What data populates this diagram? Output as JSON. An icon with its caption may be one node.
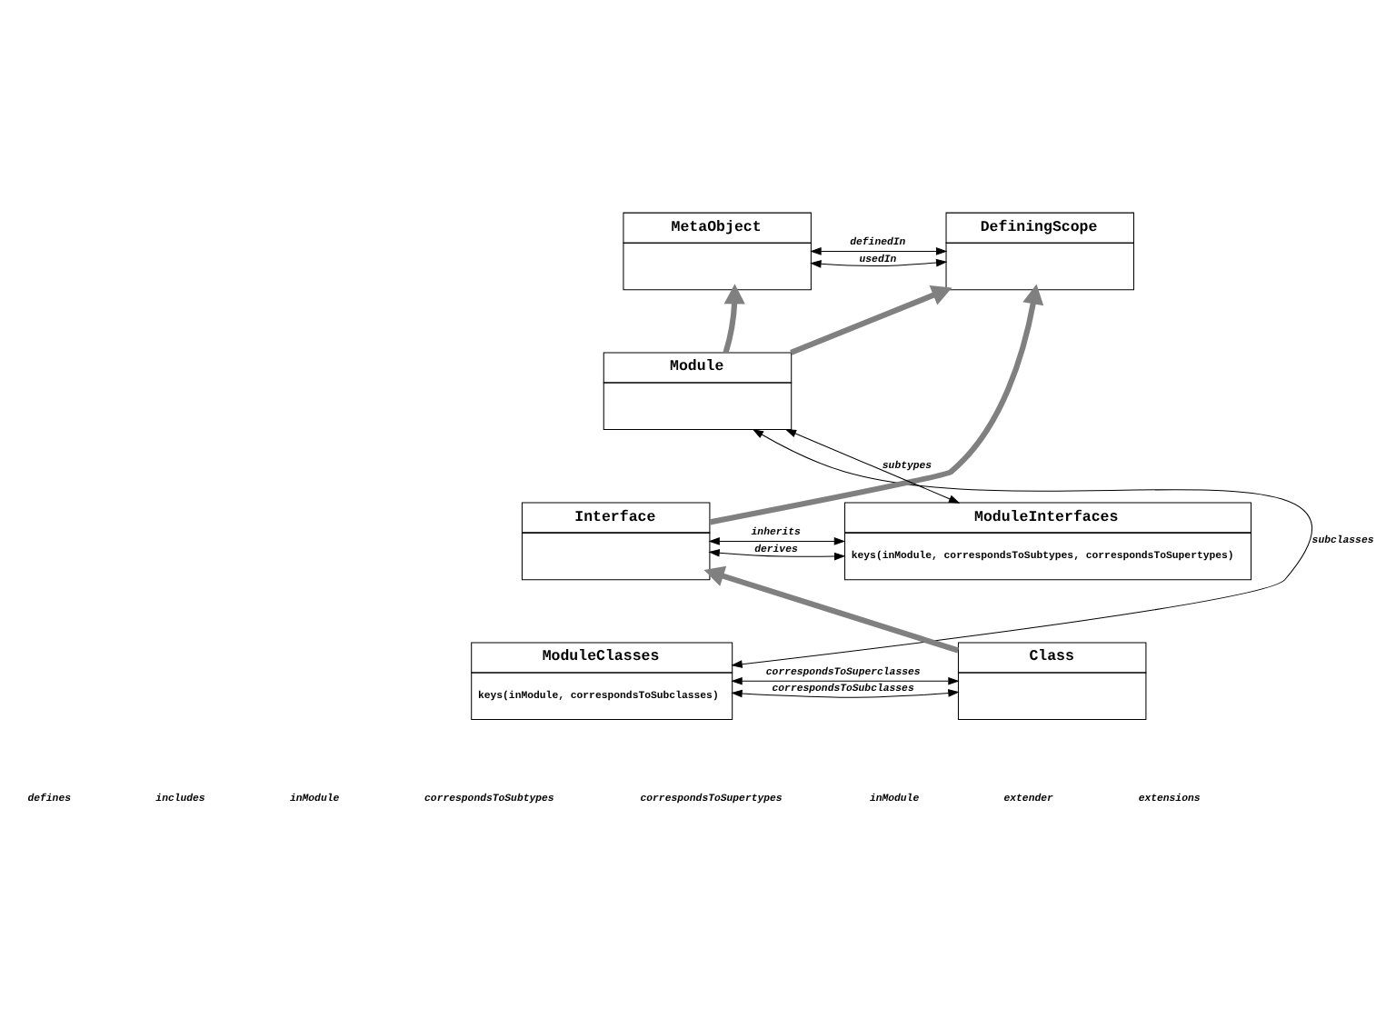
{
  "diagram": {
    "nodes": [
      {
        "text": [
          "MetaObject"
        ]
      },
      {
        "text": [
          "DefiningScope"
        ]
      },
      {
        "text": [
          "Module"
        ]
      },
      {
        "text": [
          "Interface"
        ]
      },
      {
        "text": [
          "ModuleInterfaces",
          "keys(inModule, correspondsToSubtypes, correspondsToSupertypes)"
        ]
      },
      {
        "text": [
          "ModuleClasses",
          "keys(inModule, correspondsToSubclasses)"
        ]
      },
      {
        "text": [
          "Class"
        ]
      }
    ],
    "edges": [
      {
        "from": 0,
        "to": 1,
        "arrow": "both",
        "label": "definedIn"
      },
      {
        "from": 0,
        "to": 1,
        "arrow": "both",
        "label": "usedIn"
      },
      {
        "from": 2,
        "to": 0,
        "arrow": "to",
        "style": "thick",
        "color": "#808080"
      },
      {
        "from": 2,
        "to": 1,
        "arrow": "to",
        "style": "thick",
        "color": "#808080"
      },
      {
        "from": 3,
        "to": 1,
        "arrow": "to",
        "style": "thick",
        "color": "#808080"
      },
      {
        "from": 6,
        "to": 3,
        "arrow": "to",
        "style": "thick",
        "color": "#808080"
      },
      {
        "from": 4,
        "to": 2,
        "arrow": "both",
        "label": "subtypes"
      },
      {
        "from": 3,
        "to": 4,
        "arrow": "both",
        "label": "inherits"
      },
      {
        "from": 3,
        "to": 4,
        "arrow": "both",
        "label": "derives"
      },
      {
        "from": 2,
        "to": 5,
        "arrow": "both",
        "label": "subclasses"
      },
      {
        "from": 5,
        "to": 6,
        "arrow": "both",
        "label": "correspondsToSubclasses"
      },
      {
        "from": 5,
        "to": 6,
        "arrow": "both",
        "label": "correspondsToSuperclasses"
      }
    ],
    "labels": [
      "defines",
      "includes",
      "inModule",
      "correspondsToSubtypes",
      "correspondsToSupertypes",
      "inModule",
      "extender",
      "extensions"
    ]
  }
}
